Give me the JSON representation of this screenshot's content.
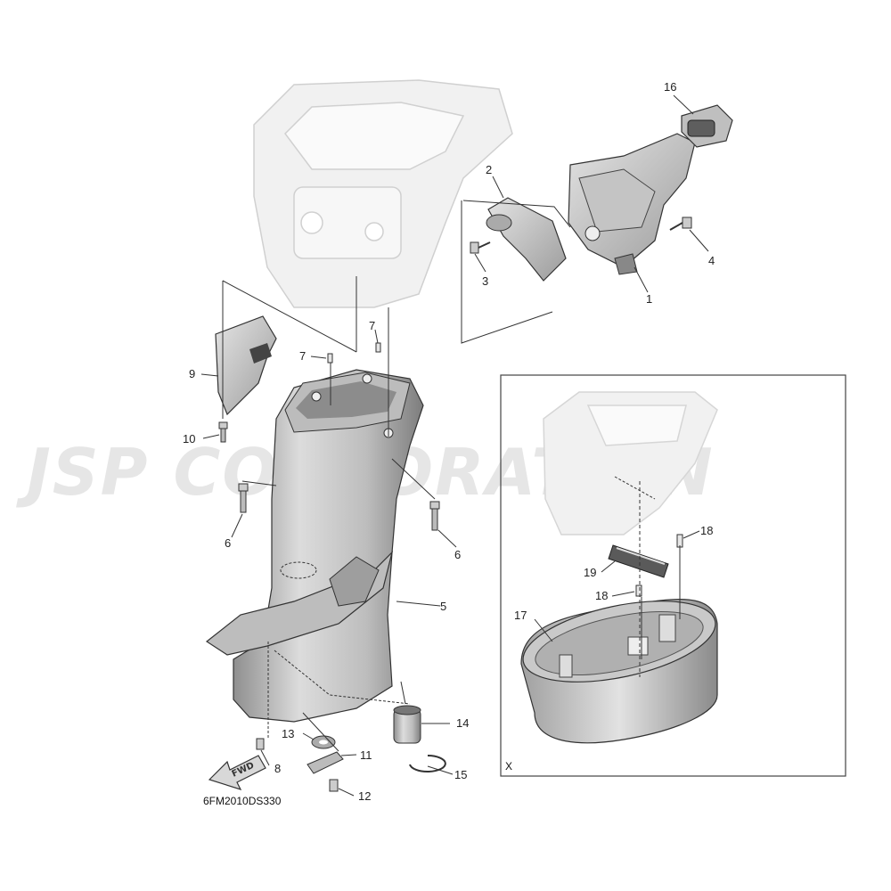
{
  "watermark": "JSP CORPORATION",
  "diagram_code": "6FM2010DS330",
  "fwd_label": "FWD",
  "detail_box_label": "X",
  "callouts": [
    {
      "id": "1",
      "text": "1"
    },
    {
      "id": "2",
      "text": "2"
    },
    {
      "id": "3",
      "text": "3"
    },
    {
      "id": "4",
      "text": "4"
    },
    {
      "id": "5",
      "text": "5"
    },
    {
      "id": "6a",
      "text": "6"
    },
    {
      "id": "6b",
      "text": "6"
    },
    {
      "id": "7a",
      "text": "7"
    },
    {
      "id": "7b",
      "text": "7"
    },
    {
      "id": "8",
      "text": "8"
    },
    {
      "id": "9",
      "text": "9"
    },
    {
      "id": "10",
      "text": "10"
    },
    {
      "id": "11",
      "text": "11"
    },
    {
      "id": "12",
      "text": "12"
    },
    {
      "id": "13",
      "text": "13"
    },
    {
      "id": "14",
      "text": "14"
    },
    {
      "id": "15",
      "text": "15"
    },
    {
      "id": "16",
      "text": "16"
    },
    {
      "id": "17",
      "text": "17"
    },
    {
      "id": "18a",
      "text": "18"
    },
    {
      "id": "18b",
      "text": "18"
    },
    {
      "id": "19",
      "text": "19"
    }
  ],
  "colors": {
    "part_fill": "#d4d4d4",
    "part_dark": "#9a9a9a",
    "ghost": "#ededed",
    "line": "#333333"
  }
}
